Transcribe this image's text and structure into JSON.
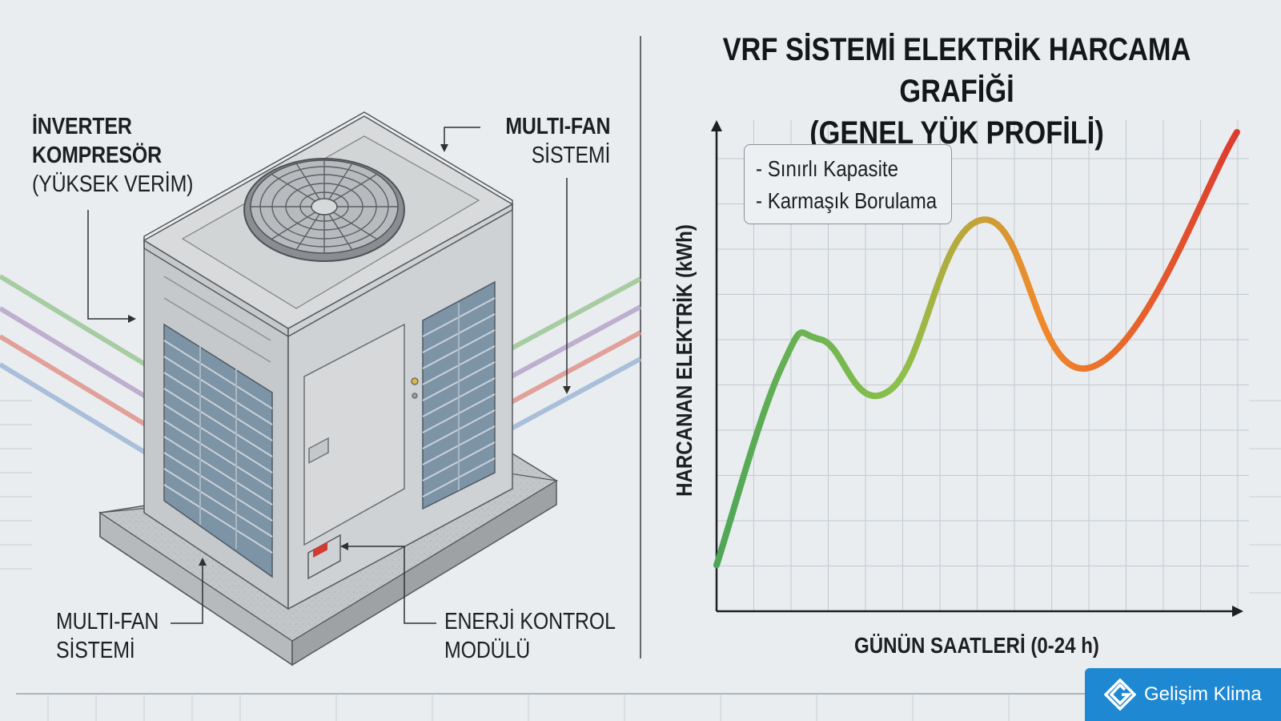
{
  "diagram": {
    "labels": {
      "inverter": {
        "line1": "İNVERTER",
        "line2": "KOMPRESÖR",
        "line3": "(YÜKSEK VERİM)"
      },
      "multifan_top": {
        "line1": "MULTI-FAN",
        "line2": "SİSTEMİ"
      },
      "multifan_bottom": {
        "line1": "MULTI-FAN",
        "line2": "SİSTEMİ"
      },
      "energy": {
        "line1": "ENERJİ KONTROL",
        "line2": "MODÜLÜ"
      }
    },
    "pipe_colors": [
      "#9cc795",
      "#b7a5c9",
      "#e1938c",
      "#9fb7d6"
    ]
  },
  "chart_data": {
    "type": "line",
    "title": [
      "VRF SİSTEMİ ELEKTRİK HARCAMA GRAFİĞİ",
      "(GENEL YÜK PROFİLİ)"
    ],
    "xlabel": "GÜNÜN SAATLERİ (0-24 h)",
    "ylabel": "HARCANAN ELEKTRİK (kWh)",
    "annotations": [
      "- Sınırlı Kapasite",
      "- Karmaşık Borulama"
    ],
    "grid": true,
    "xlim": [
      0,
      24
    ],
    "ylim": [
      0,
      100
    ],
    "x": [
      0,
      3,
      4.8,
      8,
      12.3,
      17.3,
      24
    ],
    "series": [
      {
        "values": [
          10,
          53,
          59,
          48,
          85,
          53,
          104
        ]
      }
    ],
    "gradient_colors": [
      "#4da658",
      "#8cc04a",
      "#f08a2a",
      "#dd3a2e"
    ]
  },
  "brand": {
    "name": "Gelişim Klima"
  }
}
